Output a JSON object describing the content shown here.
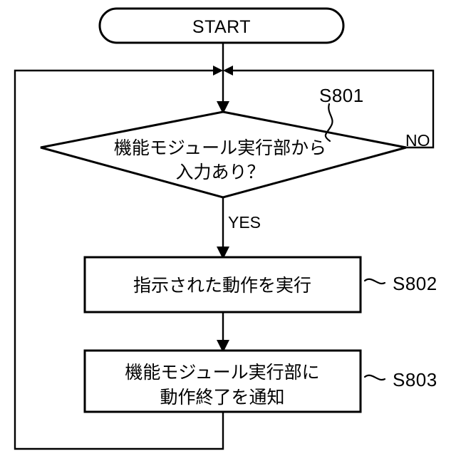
{
  "diagram": {
    "type": "flowchart",
    "title": "",
    "orientation": "top-to-bottom",
    "background_color": "#ffffff",
    "line_color": "#000000",
    "nodes": [
      {
        "id": "start",
        "shape": "terminator",
        "label": "START",
        "step_label": ""
      },
      {
        "id": "decision",
        "shape": "diamond",
        "label_line1": "機能モジュール実行部から",
        "label_line2": "入力あり？",
        "step_label": "S801"
      },
      {
        "id": "process1",
        "shape": "rectangle",
        "label_line1": "指示された動作を実行",
        "label_line2": "",
        "step_label": "S802"
      },
      {
        "id": "process2",
        "shape": "rectangle",
        "label_line1": "機能モジュール実行部に",
        "label_line2": "動作終了を通知",
        "step_label": "S803"
      }
    ],
    "branches": [
      {
        "from": "decision",
        "label": "YES",
        "to": "process1"
      },
      {
        "from": "decision",
        "label": "NO",
        "to": "loop-back"
      }
    ],
    "loop_back": {
      "from": "process2",
      "to": "decision-entry",
      "label": ""
    }
  }
}
